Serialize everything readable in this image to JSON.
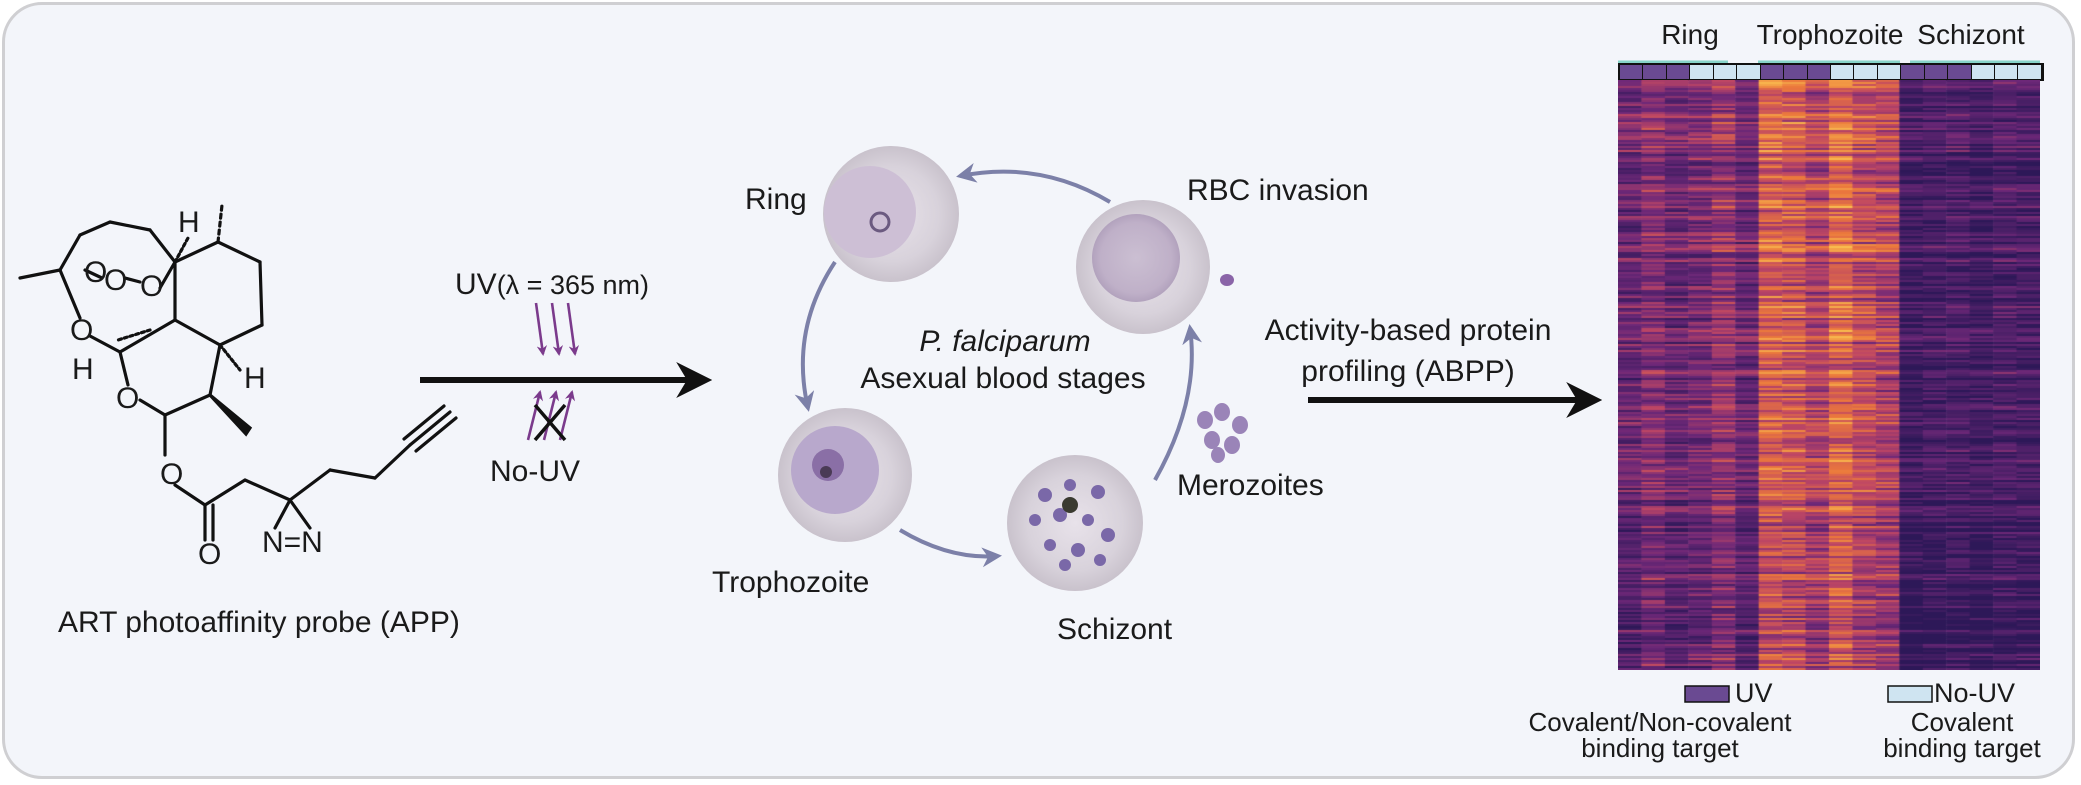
{
  "probe": {
    "caption": "ART photoaffinity probe (APP)",
    "atoms": {
      "H_top": "H",
      "H_left": "H",
      "H_right": "H",
      "N_label": "N=N",
      "O_carbonyl": "O"
    }
  },
  "photo": {
    "uv_label": "UV",
    "wavelength": "(λ = 365 nm)",
    "no_uv_label": "No-UV",
    "arrow_color": "#7b3a8c"
  },
  "lifecycle": {
    "species": "P. falciparum",
    "subtitle": "Asexual blood stages",
    "stages": {
      "ring": "Ring",
      "rbc_invasion": "RBC invasion",
      "trophozoite": "Trophozoite",
      "schizont": "Schizont",
      "merozoites": "Merozoites"
    },
    "cycle_arrow_color": "#7c80a8"
  },
  "abpp": {
    "line1": "Activity-based protein",
    "line2": "profiling (ABPP)"
  },
  "heatmap": {
    "columns": [
      "Ring",
      "Trophozoite",
      "Schizont"
    ],
    "condition_bar": [
      "UV",
      "UV",
      "UV",
      "No-UV",
      "No-UV",
      "No-UV",
      "UV",
      "UV",
      "UV",
      "No-UV",
      "No-UV",
      "No-UV",
      "UV",
      "UV",
      "UV",
      "No-UV",
      "No-UV",
      "No-UV"
    ],
    "colors": {
      "uv": "#6a4a92",
      "no_uv": "#cfe4f1",
      "low": "#4b2c7a",
      "high": "#f2a13a"
    },
    "legend": {
      "uv_label": "UV",
      "uv_desc_1": "Covalent/Non-covalent",
      "uv_desc_2": "binding target",
      "nouv_label": "No-UV",
      "nouv_desc_1": "Covalent",
      "nouv_desc_2": "binding target"
    }
  }
}
